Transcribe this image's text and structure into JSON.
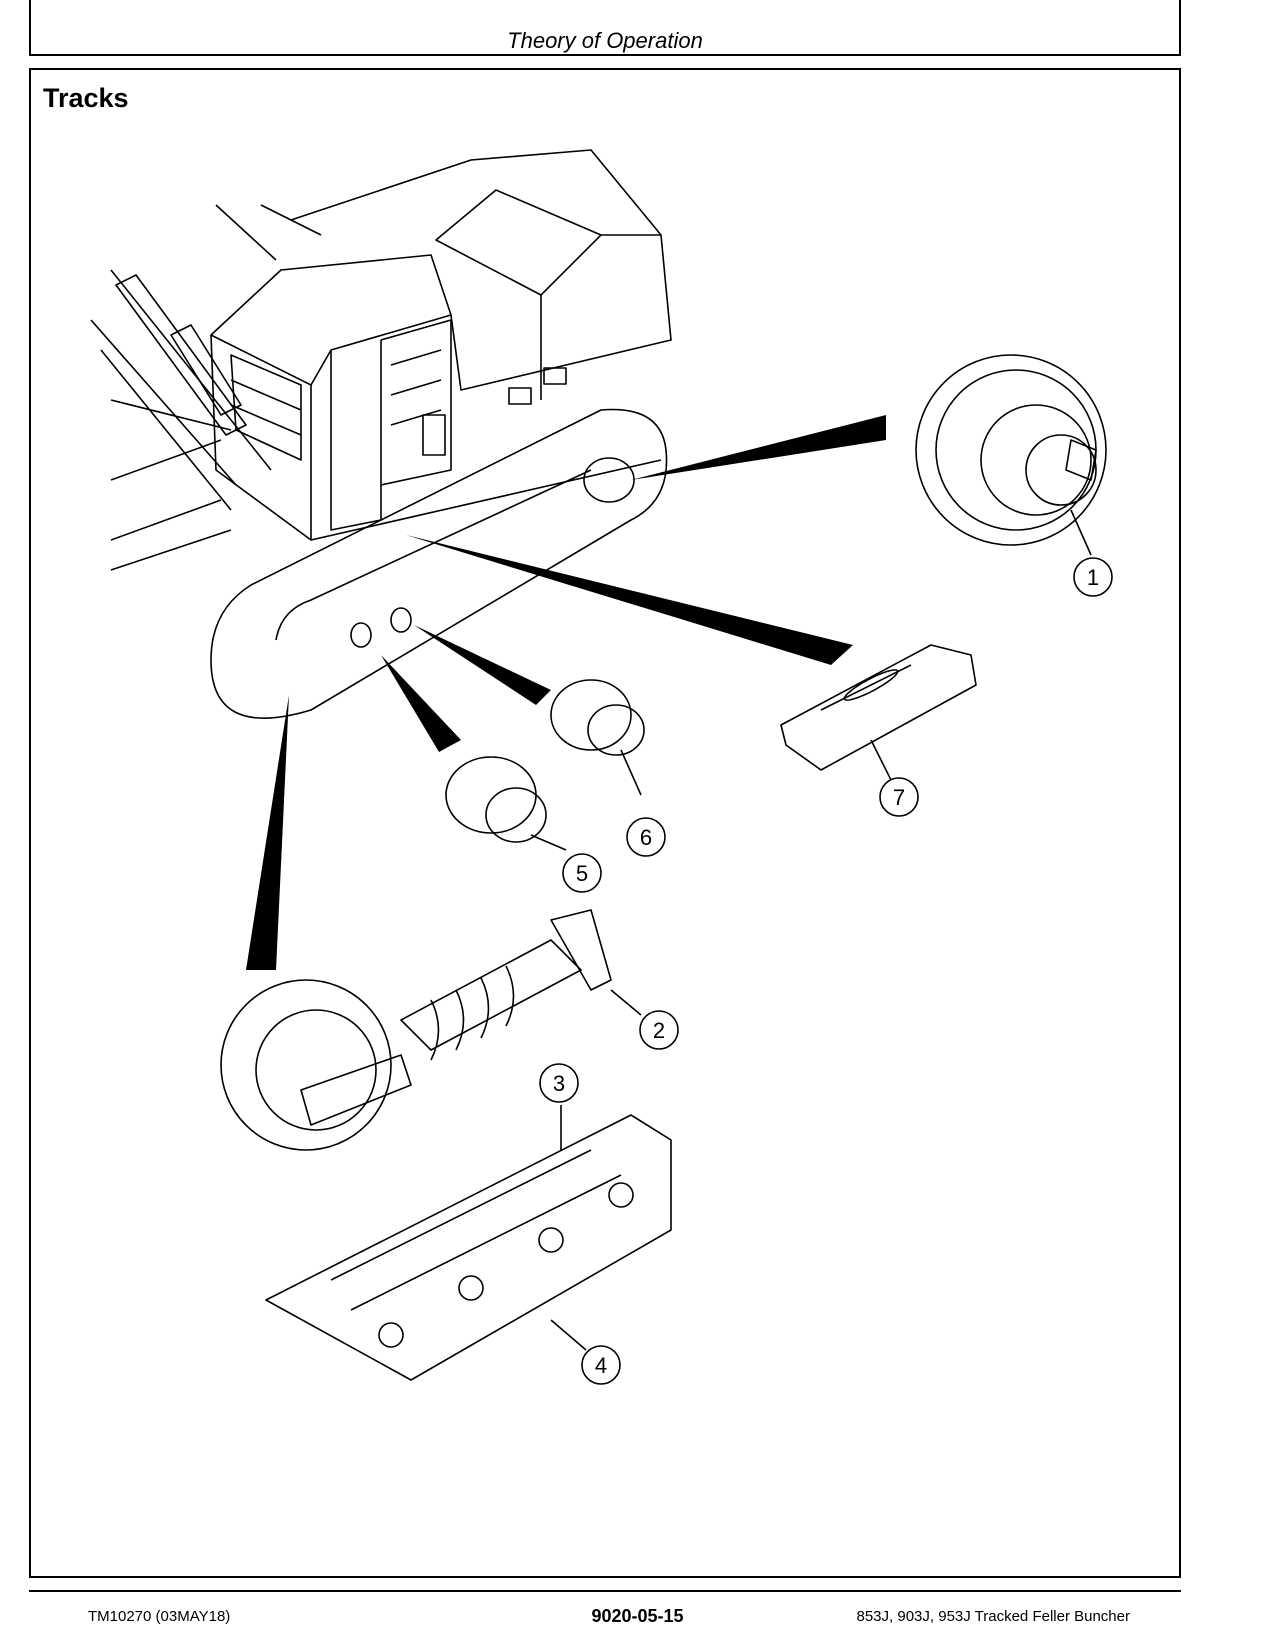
{
  "header": {
    "title": "Theory of Operation"
  },
  "section": {
    "title": "Tracks"
  },
  "callouts": [
    "1",
    "2",
    "3",
    "4",
    "5",
    "6",
    "7"
  ],
  "footer": {
    "left": "TM10270 (03MAY18)",
    "center": "9020-05-15",
    "right": "853J, 903J, 953J Tracked Feller Buncher"
  }
}
